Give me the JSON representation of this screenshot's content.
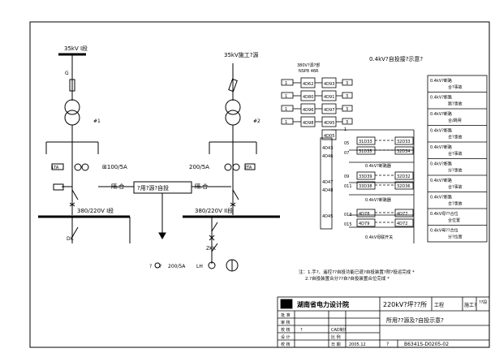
{
  "diagram": {
    "incoming": {
      "left_source": "35kV I段",
      "right_source": "35kV施工?源"
    },
    "left_bay": {
      "fuse_mark": "G",
      "transformer_mark": "#1",
      "meter_label": "1TA",
      "ct_label": "⊞100/5A",
      "tie_left": "隔.合"
    },
    "right_bay": {
      "transformer_mark": "#2",
      "ct_label": "200/5A",
      "tie_right": "隔.合",
      "meter_label": "2TA"
    },
    "center_box": "?用?源?自投",
    "bus_left": "380/220V I段",
    "bus_right": "380/220V II段",
    "dk_label": "DK",
    "zk_label": "ZKK",
    "lh_label": "LH",
    "bottom_ct": "200/5A",
    "question_marks": [
      "?",
      "?"
    ]
  },
  "terminal_header": {
    "title": "380V?源?部",
    "model": "NSP8 46R"
  },
  "terminals_left": [
    "4D62",
    "4D80",
    "4D96",
    "4D98"
  ],
  "terminals_right": [
    "4D93",
    "4D91",
    "4D97",
    "4D95",
    "4D05"
  ],
  "input_labels": [
    "1",
    "1",
    "1",
    "1"
  ],
  "right_short_labels": [
    "3",
    "3",
    "3",
    "3"
  ],
  "auto_title": "0.4kV?自投接?示意?",
  "lower_terminals": [
    "4D43",
    "4D46",
    "4D47",
    "4D48",
    "4D45"
  ],
  "lower_side_marks": [
    "1",
    "05",
    "07",
    "09",
    "011",
    "013",
    "015"
  ],
  "logic_pairs": [
    {
      "a": "31D33",
      "b": "32D33"
    },
    {
      "a": "31D35",
      "b": "32D34"
    },
    {
      "a": "33D39",
      "b": "32D32"
    },
    {
      "a": "33D38",
      "b": "32D36"
    },
    {
      "a": "4D78",
      "b": "4D77"
    },
    {
      "a": "4D79",
      "b": "4D72"
    }
  ],
  "logic_labels": [
    "0.4kV?断路器",
    "0.4kV?断路器",
    "0.4kV母联开关"
  ],
  "legend": [
    {
      "top": "0.4kV?断路",
      "bottom": "合?事故"
    },
    {
      "top": "0.4kV?断路",
      "bottom": "跳?事故"
    },
    {
      "top": "0.4kV?断路",
      "bottom": "合/跳闸"
    },
    {
      "top": "0.4kV?断路",
      "bottom": "合?事故"
    },
    {
      "top": "0.4kV?断路",
      "bottom": "合?事故"
    },
    {
      "top": "0.4kV?断路",
      "bottom": "分?事故"
    },
    {
      "top": "0.4kV?断路",
      "bottom": "合?事故"
    },
    {
      "top": "0.4kV?断路",
      "bottom": "合?事故"
    },
    {
      "top": "0.4kV母??合位",
      "bottom": "合位置"
    },
    {
      "top": "0.4kV母??合位",
      "bottom": "分?位置"
    }
  ],
  "notes": [
    "注：1.手?、遥控??自投功能已退?自投装置?附?投运完成 *",
    "2.?自投装置合分??自?自投装置合位完成 *"
  ],
  "title_block": {
    "company": "湖南省电力设计院",
    "project": "220kV?坪??所",
    "stage_label": "工程",
    "stage": "施工?",
    "stage_sub": "??段",
    "rows_left_labels": [
      "批 准",
      "审 核",
      "校 核",
      "设 计",
      "校 核"
    ],
    "rows_left_values": [
      "",
      "",
      "?",
      "",
      ""
    ],
    "mid_labels": [
      "CAD制?",
      "比 例",
      "日 期"
    ],
    "mid_values": [
      "",
      "",
      "2005.12"
    ],
    "drawing_title": "所用??源及?自投示意?",
    "page_label": "?",
    "drawing_no": "B6341S-D0205-02"
  }
}
